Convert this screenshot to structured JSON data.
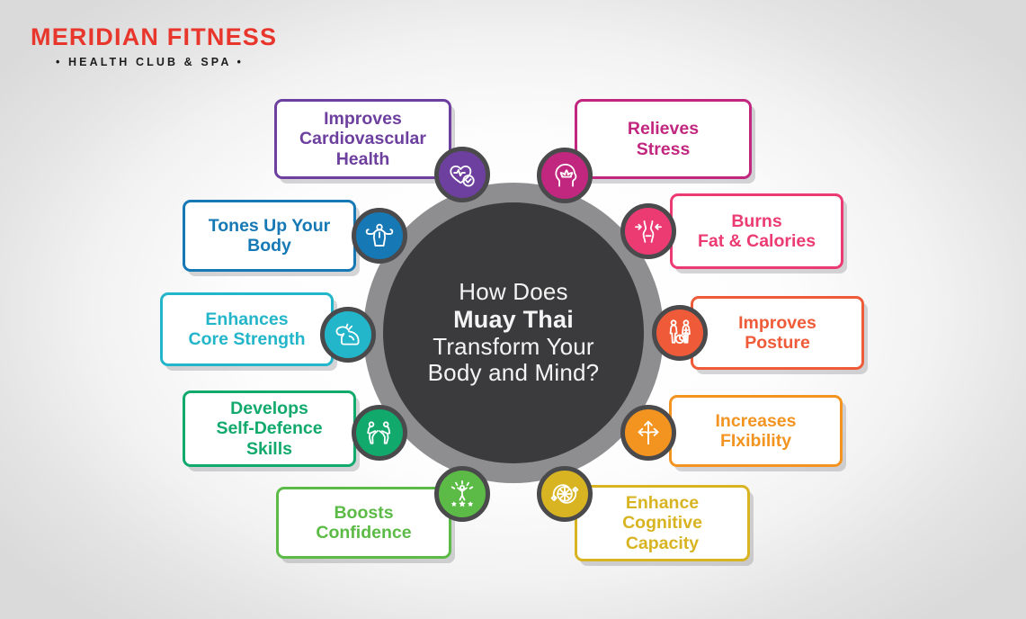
{
  "brand": {
    "name": "MERIDIAN FITNESS",
    "tagline": "• HEALTH CLUB & SPA •",
    "logo_color": "#e8362c",
    "tagline_color": "#1d1d1d"
  },
  "hub": {
    "line1": "How Does",
    "line2": "Muay Thai",
    "line3": "Transform Your",
    "line4": "Body and Mind?",
    "ring_color": "#8e8e90",
    "core_color": "#3b3b3d",
    "text_color": "#f4f4f4"
  },
  "benefits": [
    {
      "id": "improves-cardiovascular-health",
      "lines": [
        "Improves",
        "Cardiovascular",
        "Health"
      ],
      "color": "#6d3f9e",
      "icon": "heart-pulse-check-icon"
    },
    {
      "id": "relieves-stress",
      "lines": [
        "Relieves",
        "Stress"
      ],
      "color": "#c2277f",
      "icon": "head-lotus-icon"
    },
    {
      "id": "burns-fat-and-calories",
      "lines": [
        "Burns",
        "Fat & Calories"
      ],
      "color": "#ec3b72",
      "icon": "slim-waist-icon"
    },
    {
      "id": "improves-posture",
      "lines": [
        "Improves",
        "Posture"
      ],
      "color": "#ef5b38",
      "icon": "posture-spine-icon"
    },
    {
      "id": "increases-flexibility",
      "lines": [
        "Increases",
        "FIxibility"
      ],
      "color": "#f39421",
      "icon": "three-way-arrow-icon"
    },
    {
      "id": "enhance-cognitive-capacity",
      "lines": [
        "Enhance",
        "Cognitive",
        "Capacity"
      ],
      "color": "#d8b422",
      "icon": "brain-network-icon"
    },
    {
      "id": "boosts-confidence",
      "lines": [
        "Boosts",
        "Confidence"
      ],
      "color": "#5cbb46",
      "icon": "celebrating-person-stars-icon"
    },
    {
      "id": "develops-self-defence-skills",
      "lines": [
        "Develops",
        "Self-Defence",
        "Skills"
      ],
      "color": "#11a96c",
      "icon": "self-defence-pair-icon"
    },
    {
      "id": "enhances-core-strength",
      "lines": [
        "Enhances",
        "Core Strength"
      ],
      "color": "#23b5c9",
      "icon": "flexing-bicep-icon"
    },
    {
      "id": "tones-up-your-body",
      "lines": [
        "Tones Up Your",
        "Body"
      ],
      "color": "#1678b4",
      "icon": "muscular-torso-icon"
    }
  ]
}
